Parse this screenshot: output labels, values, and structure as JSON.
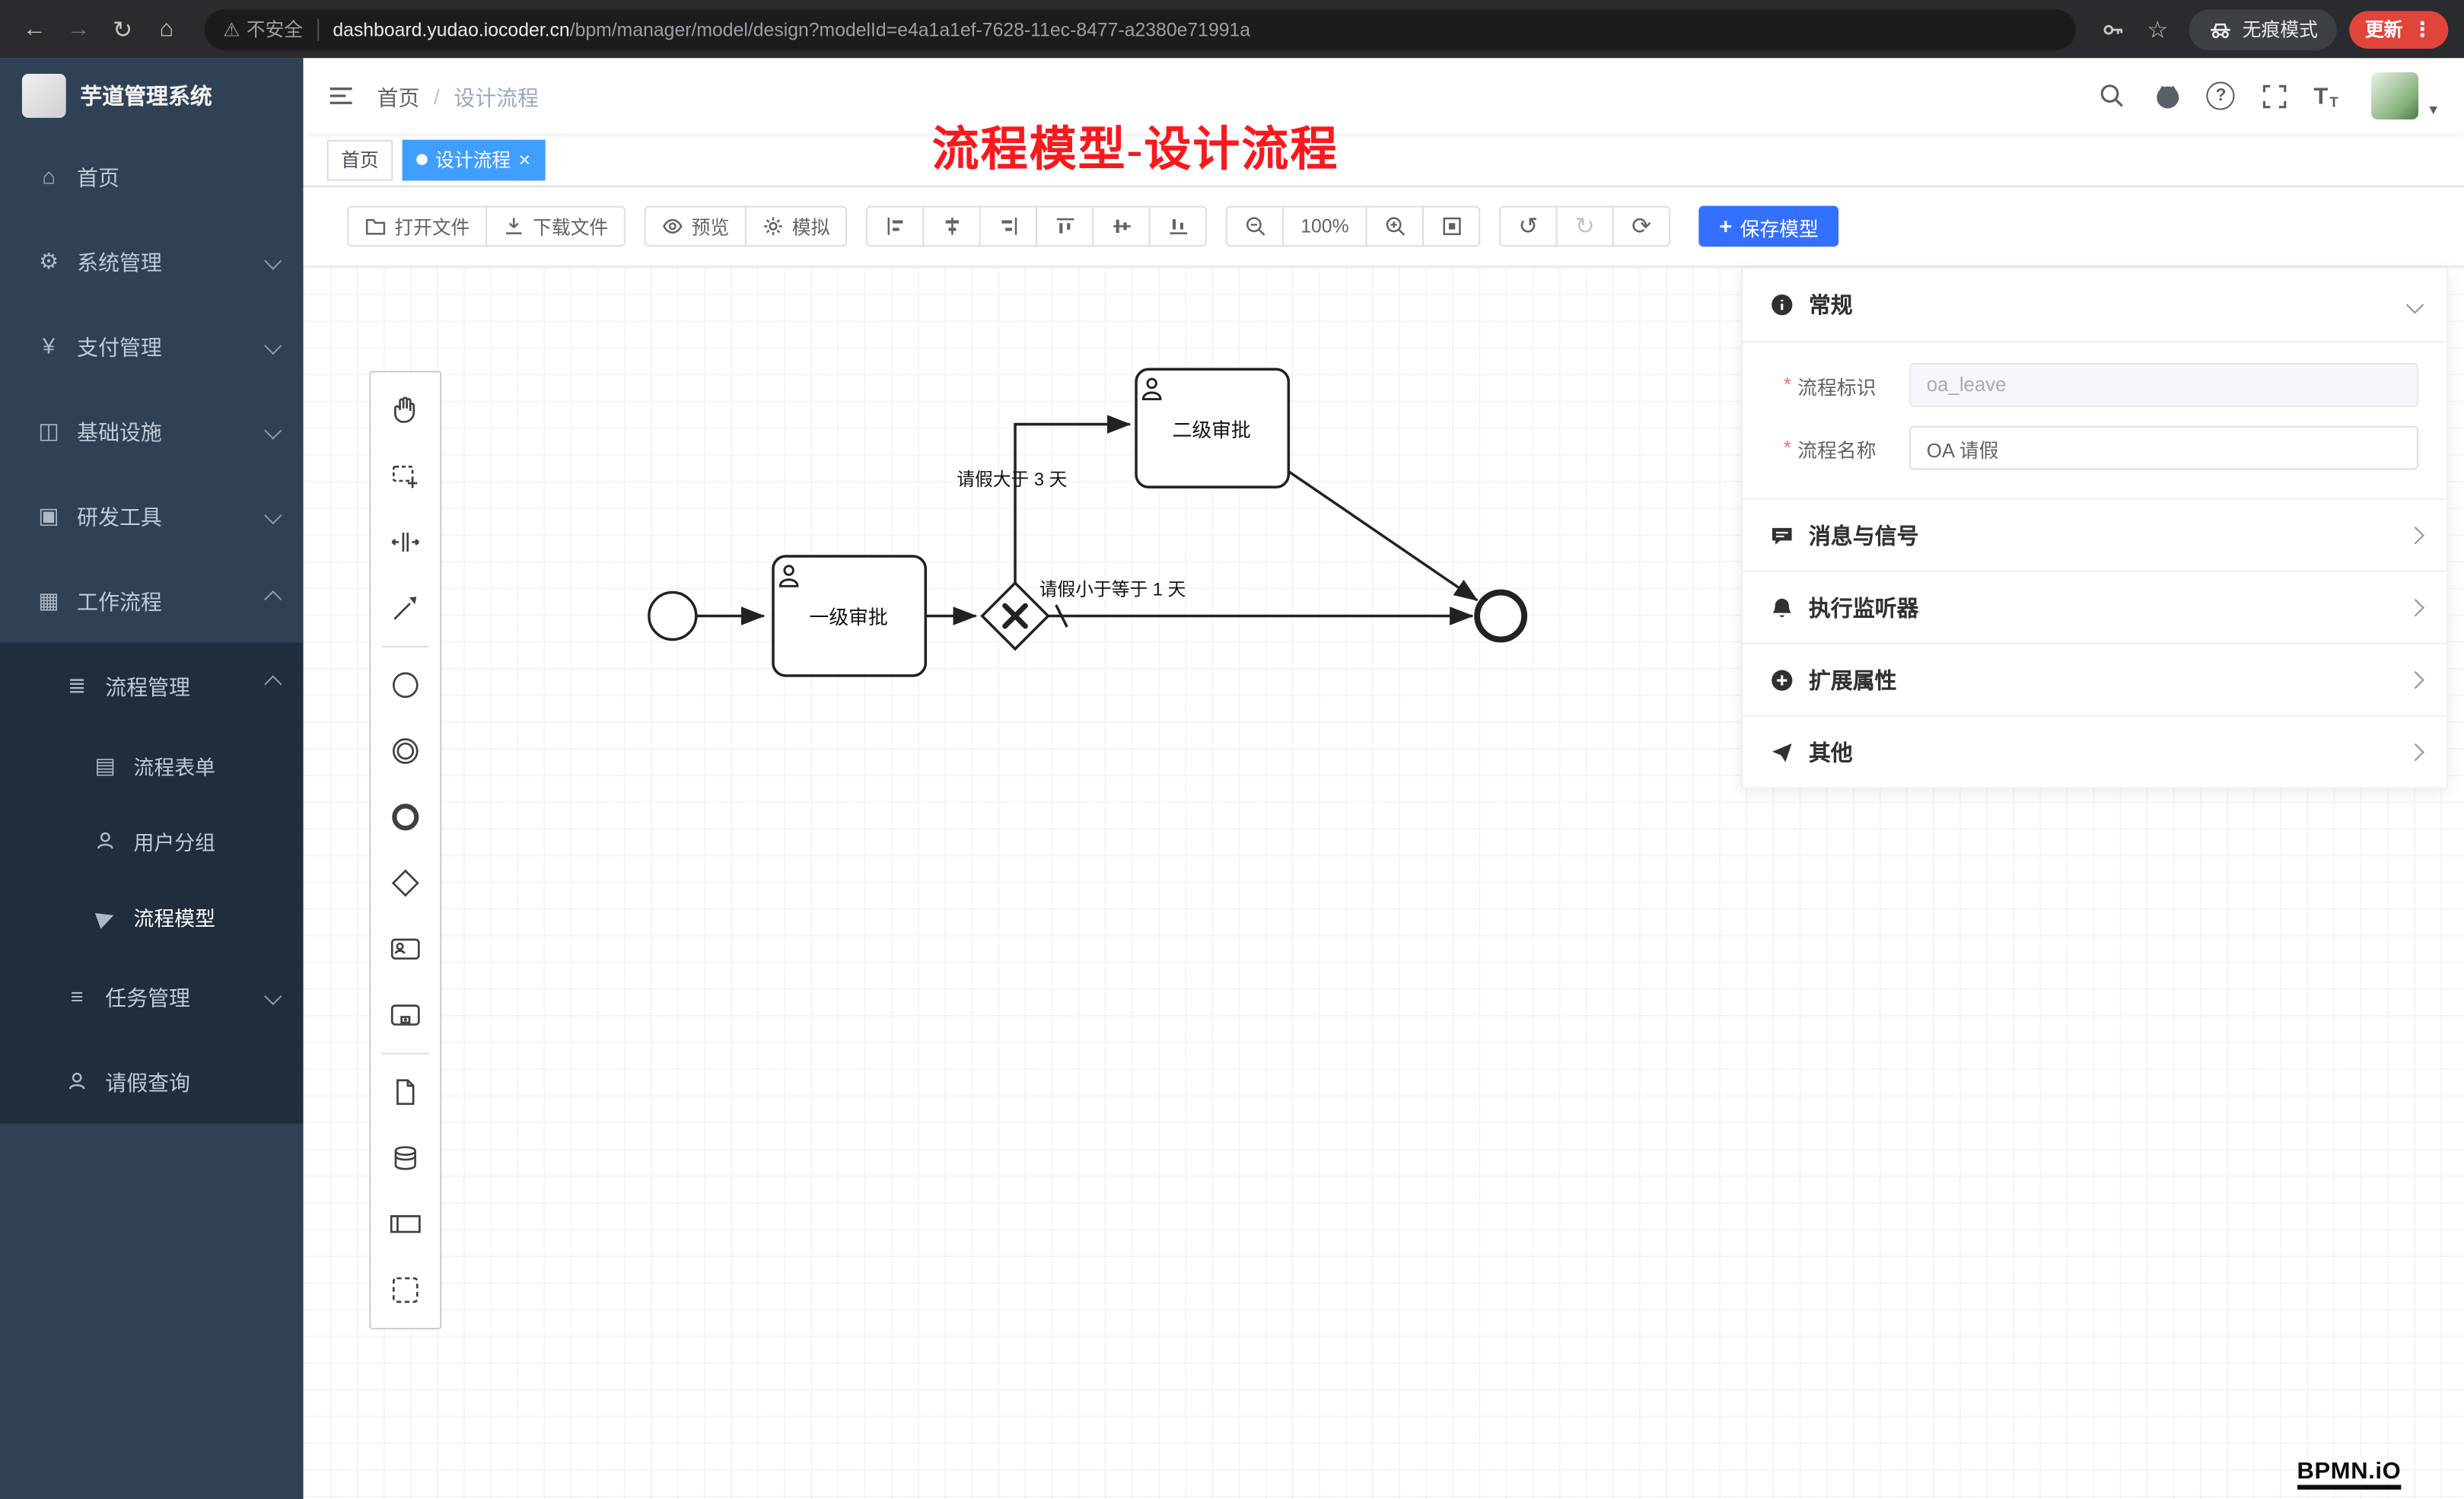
{
  "browser": {
    "security_label": "不安全",
    "url_domain": "dashboard.yudao.iocoder.cn",
    "url_path": "/bpm/manager/model/design?modelId=e4a1a1ef-7628-11ec-8477-a2380e71991a",
    "incognito_label": "无痕模式",
    "update_label": "更新"
  },
  "icons": {
    "back": "←",
    "forward": "→",
    "reload": "↻",
    "home": "⌂",
    "warning": "⚠",
    "star": "☆",
    "kebab": "⋮",
    "close": "×",
    "breadcrumb_sep": "/",
    "undo": "↺",
    "redo": "↻",
    "refresh": "⟳",
    "plus": "+",
    "question": "?",
    "font_large": "T",
    "font_small": "T",
    "caret": "▾",
    "menu_home": "⌂",
    "gear": "⚙",
    "yen": "¥",
    "infra": "◫",
    "devtools": "▣",
    "workflow": "▦",
    "list": "≣",
    "doc": "▤",
    "send": "▶",
    "tasks": "≡"
  },
  "sidebar": {
    "logo_title": "芋道管理系统",
    "items": [
      {
        "label": "首页"
      },
      {
        "label": "系统管理"
      },
      {
        "label": "支付管理"
      },
      {
        "label": "基础设施"
      },
      {
        "label": "研发工具"
      },
      {
        "label": "工作流程"
      },
      {
        "label": "流程管理"
      },
      {
        "label": "流程表单"
      },
      {
        "label": "用户分组"
      },
      {
        "label": "流程模型"
      },
      {
        "label": "任务管理"
      },
      {
        "label": "请假查询"
      }
    ]
  },
  "navbar": {
    "breadcrumb_home": "首页",
    "breadcrumb_current": "设计流程"
  },
  "tags": {
    "home": "首页",
    "active": "设计流程"
  },
  "annotation": "流程模型-设计流程",
  "toolbar": {
    "open_file": "打开文件",
    "download_file": "下载文件",
    "preview": "预览",
    "simulate": "模拟",
    "zoom_level": "100%",
    "save_model": "保存模型"
  },
  "diagram": {
    "task1": "一级审批",
    "task2": "二级审批",
    "condition_gt": "请假大于 3 天",
    "condition_lte": "请假小于等于 1 天"
  },
  "properties": {
    "general_title": "常规",
    "required_marker": "*",
    "process_key_label": "流程标识",
    "process_key_value": "oa_leave",
    "process_name_label": "流程名称",
    "process_name_value": "OA 请假",
    "sections": [
      {
        "label": "消息与信号"
      },
      {
        "label": "执行监听器"
      },
      {
        "label": "扩展属性"
      },
      {
        "label": "其他"
      }
    ]
  },
  "watermark": "BPMN.iO"
}
